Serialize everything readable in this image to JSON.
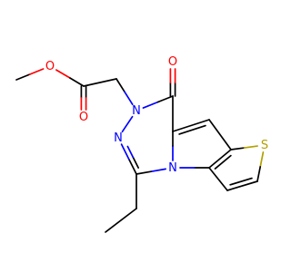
{
  "colors": {
    "background": "#ffffff",
    "bond": "#000000",
    "oxygen": "#ff0000",
    "nitrogen": "#0000ff",
    "sulfur": "#b2a000"
  },
  "atoms": [
    {
      "id": "ome_c",
      "label": "",
      "element": "C"
    },
    {
      "id": "ome_o",
      "label": "O",
      "element": "O"
    },
    {
      "id": "ester_c",
      "label": "",
      "element": "C"
    },
    {
      "id": "ester_o",
      "label": "O",
      "element": "O"
    },
    {
      "id": "ch2",
      "label": "",
      "element": "C"
    },
    {
      "id": "n1",
      "label": "N",
      "element": "N"
    },
    {
      "id": "c_co",
      "label": "",
      "element": "C"
    },
    {
      "id": "o_keto",
      "label": "O",
      "element": "O"
    },
    {
      "id": "c_ring1",
      "label": "",
      "element": "C"
    },
    {
      "id": "c_ch",
      "label": "",
      "element": "C"
    },
    {
      "id": "c_th1",
      "label": "",
      "element": "C"
    },
    {
      "id": "s",
      "label": "S",
      "element": "S"
    },
    {
      "id": "c_th2",
      "label": "",
      "element": "C"
    },
    {
      "id": "c_th3",
      "label": "",
      "element": "C"
    },
    {
      "id": "c_th4",
      "label": "",
      "element": "C"
    },
    {
      "id": "n_py",
      "label": "N",
      "element": "N"
    },
    {
      "id": "c_eq",
      "label": "",
      "element": "C"
    },
    {
      "id": "n2",
      "label": "N",
      "element": "N"
    },
    {
      "id": "et_c1",
      "label": "",
      "element": "C"
    },
    {
      "id": "et_c2",
      "label": "",
      "element": "C"
    }
  ],
  "bonds": [
    {
      "a": "ome_c",
      "b": "ome_o",
      "order": 1
    },
    {
      "a": "ome_o",
      "b": "ester_c",
      "order": 1
    },
    {
      "a": "ester_c",
      "b": "ester_o",
      "order": 2
    },
    {
      "a": "ester_c",
      "b": "ch2",
      "order": 1
    },
    {
      "a": "ch2",
      "b": "n1",
      "order": 1
    },
    {
      "a": "n1",
      "b": "c_co",
      "order": 1
    },
    {
      "a": "c_co",
      "b": "o_keto",
      "order": 2
    },
    {
      "a": "c_co",
      "b": "c_ring1",
      "order": 1
    },
    {
      "a": "c_ring1",
      "b": "c_ch",
      "order": 2
    },
    {
      "a": "c_ch",
      "b": "c_th1",
      "order": 1
    },
    {
      "a": "c_th1",
      "b": "s",
      "order": 1
    },
    {
      "a": "s",
      "b": "c_th2",
      "order": 1
    },
    {
      "a": "c_th2",
      "b": "c_th3",
      "order": 2
    },
    {
      "a": "c_th3",
      "b": "c_th4",
      "order": 1
    },
    {
      "a": "c_th4",
      "b": "c_th1",
      "order": 2
    },
    {
      "a": "c_th4",
      "b": "n_py",
      "order": 1
    },
    {
      "a": "n_py",
      "b": "c_ring1",
      "order": 1
    },
    {
      "a": "n_py",
      "b": "c_eq",
      "order": 1
    },
    {
      "a": "c_eq",
      "b": "n2",
      "order": 2
    },
    {
      "a": "n2",
      "b": "n1",
      "order": 1
    },
    {
      "a": "c_eq",
      "b": "et_c1",
      "order": 1
    },
    {
      "a": "et_c1",
      "b": "et_c2",
      "order": 1
    }
  ]
}
